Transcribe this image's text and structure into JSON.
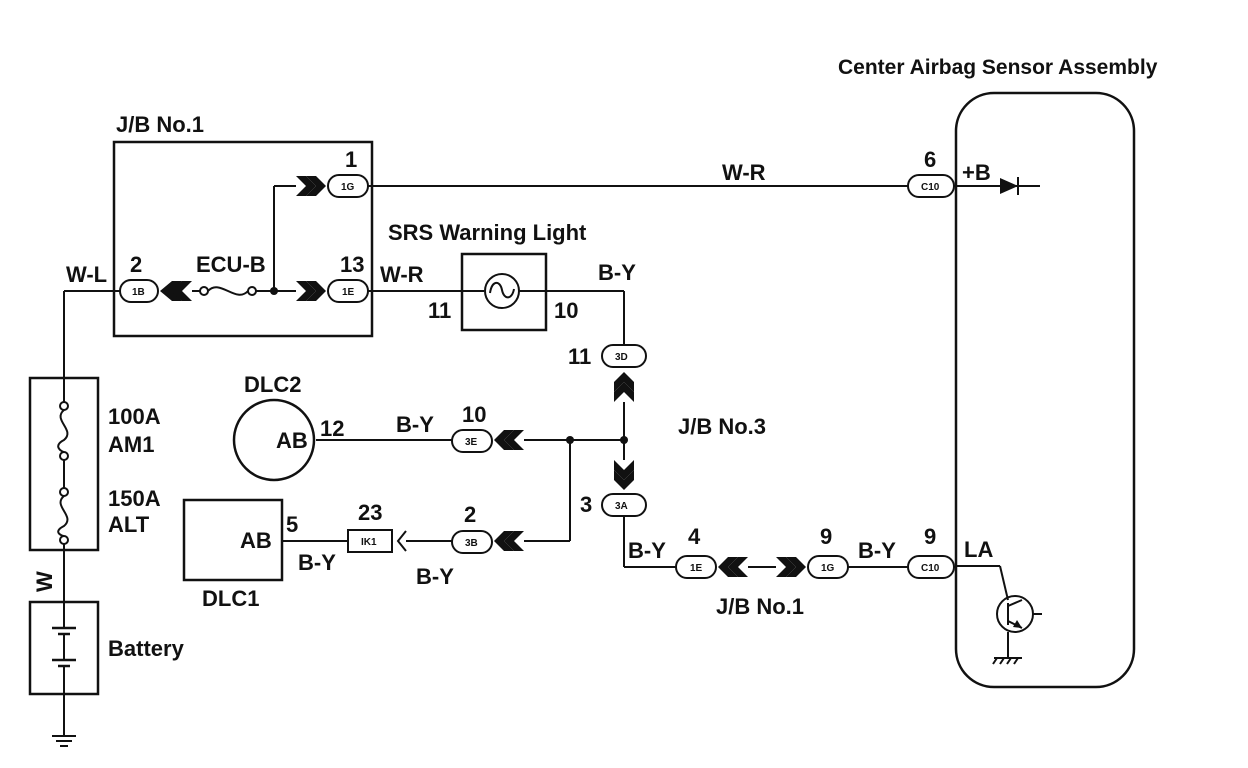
{
  "title": "Center Airbag Sensor Assembly",
  "jb1_top": "J/B No.1",
  "jb1_bottom": "J/B No.1",
  "jb3": "J/B No.3",
  "srs_light": "SRS Warning Light",
  "ecu_b": "ECU-B",
  "dlc2": "DLC2",
  "dlc1": "DLC1",
  "ab_dlc2": "AB",
  "ab_dlc1": "AB",
  "battery": "Battery",
  "fuse_am1_rating": "100A",
  "fuse_am1_name": "AM1",
  "fuse_alt_rating": "150A",
  "fuse_alt_name": "ALT",
  "sensor_plus_b": "+B",
  "sensor_la": "LA",
  "wires": {
    "wl": "W-L",
    "w": "W",
    "wr_a": "W-R",
    "wr_b": "W-R",
    "by_srs": "B-Y",
    "by_dlc2": "B-Y",
    "by_dlc1": "B-Y",
    "by_ik1": "B-Y",
    "by_3a": "B-Y",
    "by_c10": "B-Y"
  },
  "connectors": {
    "c1b": "1B",
    "c1g": "1G",
    "c1e": "1E",
    "c10a": "C10",
    "c10b": "C10",
    "c3d": "3D",
    "c3e": "3E",
    "c3b": "3B",
    "c3a": "3A",
    "cik1": "IK1",
    "c1e_b": "1E",
    "c1g_b": "1G"
  },
  "pins": {
    "p2_1b": "2",
    "p1_1g": "1",
    "p13_1e": "13",
    "p6_c10": "6",
    "p11_srs": "11",
    "p10_srs": "10",
    "p11_3d": "11",
    "p10_3e": "10",
    "p12_dlc2": "12",
    "p5_dlc1": "5",
    "p23_ik1": "23",
    "p2_3b": "2",
    "p3_3a": "3",
    "p4_1e": "4",
    "p9_1g": "9",
    "p9_c10": "9"
  }
}
